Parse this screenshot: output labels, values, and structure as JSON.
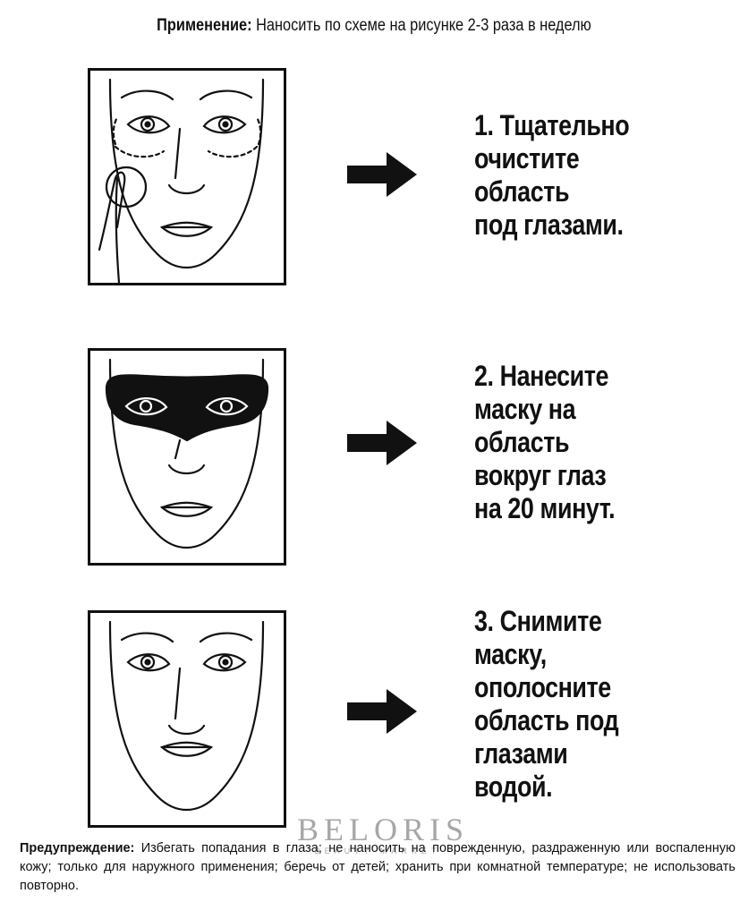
{
  "header": {
    "label": "Применение:",
    "text": " Наносить по схеме на рисунке 2-3 раза в неделю"
  },
  "steps": [
    {
      "lines": [
        "1. Тщательно",
        "очистите",
        "область",
        "под глазами."
      ]
    },
    {
      "lines": [
        "2. Нанесите",
        "маску на",
        "область",
        "вокруг глаз",
        "на 20 минут."
      ]
    },
    {
      "lines": [
        "3. Снимите",
        "маску,",
        "ополосните",
        "область под",
        "глазами",
        "водой."
      ]
    }
  ],
  "warning": {
    "label": "Предупреждение:",
    "text": " Избегать попадания в глаза; не наносить на поврежденную, раздраженную или воспаленную кожу;  только для наружного применения; беречь от детей; хранить при комнатной температуре; не использовать повторно."
  },
  "watermark": {
    "brand": "BELORIS",
    "tagline": "BEAUTY MARKET"
  }
}
